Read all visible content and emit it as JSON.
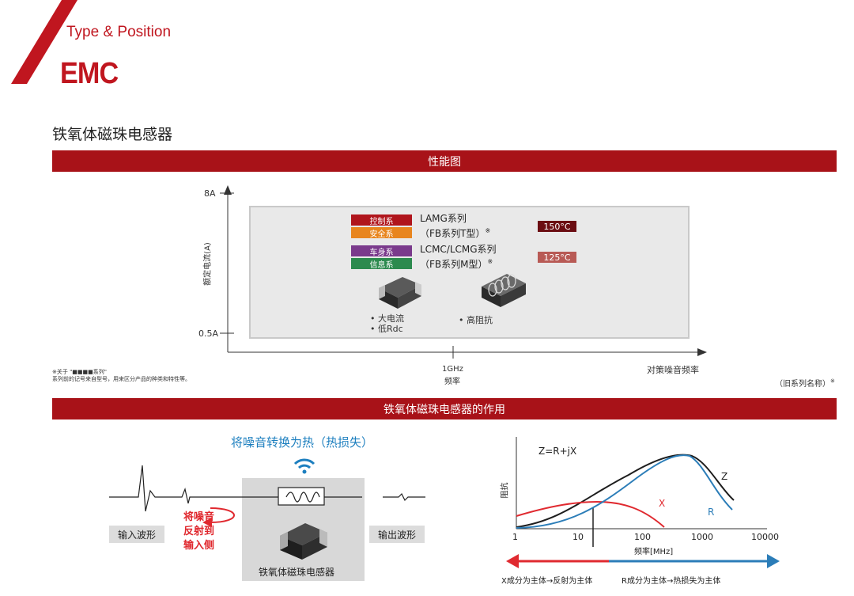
{
  "header": {
    "type_position": "Type & Position",
    "emc": "EMC"
  },
  "section_title": "铁氧体磁珠电感器",
  "bars": {
    "performance": "性能图",
    "function": "铁氧体磁珠电感器的作用"
  },
  "perf_chart": {
    "y_label": "额定电流(A)",
    "y_top": "8A",
    "y_bottom": "0.5A",
    "x_tick": "1GHz",
    "x_tick_label": "频率",
    "x_end_label": "对策噪音频率",
    "tags": [
      {
        "label": "控制系",
        "color": "#b0151c"
      },
      {
        "label": "安全系",
        "color": "#e8851e"
      },
      {
        "label": "车身系",
        "color": "#7a3a8c"
      },
      {
        "label": "信息系",
        "color": "#2c8a4e"
      }
    ],
    "series1_line1": "LAMG系列",
    "series1_line2": "（FB系列T型）",
    "series2_line1": "LCMC/LCMG系列",
    "series2_line2": "（FB系列M型）",
    "asterisk": "※",
    "temp1": "150°C",
    "temp2": "125°C",
    "temp1_color": "#6b0d12",
    "temp2_color": "#b85a55",
    "feature1_line1": "• 大电流",
    "feature1_line2": "• 低Rdc",
    "feature2": "• 高阻抗"
  },
  "footnote": {
    "line1": "※关于 \"■■■■系列\"",
    "line2": "系列前的记号来自型号，用来区分产品的种类和特性等。",
    "right": "（旧系列名称）",
    "right_mark": "※"
  },
  "function_diagram": {
    "title": "将噪音转换为热（热损失）",
    "input_label": "输入波形",
    "output_label": "输出波形",
    "reflect_line1": "将噪音",
    "reflect_line2": "反射到",
    "reflect_line3": "输入侧",
    "component_label": "铁氧体磁珠电感器"
  },
  "impedance_chart": {
    "y_label": "阻抗",
    "formula": "Z=R+jX",
    "x_label": "频率[MHz]",
    "x_ticks": [
      "1",
      "10",
      "100",
      "1000",
      "10000"
    ],
    "curve_z": "Z",
    "curve_x": "X",
    "curve_r": "R",
    "z_color": "#1e1e1e",
    "x_color": "#e02a30",
    "r_color": "#2b7db8",
    "left_note": "X成分为主体→反射为主体",
    "right_note": "R成分为主体→热损失为主体"
  }
}
